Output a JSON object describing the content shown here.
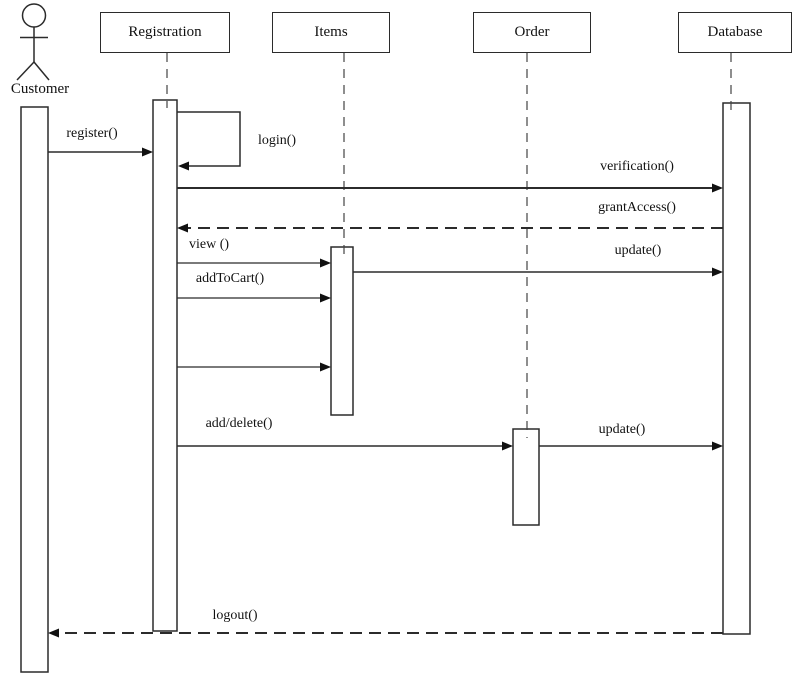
{
  "diagram": {
    "type": "uml-sequence-diagram",
    "background": "#ffffff",
    "line_color": "#2b2b2b",
    "text_color": "#111111"
  },
  "actor": {
    "label": "Customer"
  },
  "lifelines": [
    {
      "label": "Registration"
    },
    {
      "label": "Items"
    },
    {
      "label": "Order"
    },
    {
      "label": "Database"
    }
  ],
  "messages": [
    {
      "label": "register()",
      "from": "Customer",
      "to": "Registration",
      "style": "solid"
    },
    {
      "label": "login()",
      "from": "Registration",
      "to": "Registration",
      "style": "self"
    },
    {
      "label": "verification()",
      "from": "Registration",
      "to": "Database",
      "style": "solid"
    },
    {
      "label": "grantAccess()",
      "from": "Database",
      "to": "Registration",
      "style": "dashed"
    },
    {
      "label": "view ()",
      "from": "Registration",
      "to": "Items",
      "style": "solid"
    },
    {
      "label": "update()",
      "from": "Items",
      "to": "Database",
      "style": "solid"
    },
    {
      "label": "addToCart()",
      "from": "Registration",
      "to": "Items",
      "style": "solid"
    },
    {
      "label": "",
      "from": "Registration",
      "to": "Items",
      "style": "solid"
    },
    {
      "label": "add/delete()",
      "from": "Registration",
      "to": "Order",
      "style": "solid"
    },
    {
      "label": "update()",
      "from": "Order",
      "to": "Database",
      "style": "solid"
    },
    {
      "label": "logout()",
      "from": "Database",
      "to": "Customer",
      "style": "dashed"
    }
  ]
}
